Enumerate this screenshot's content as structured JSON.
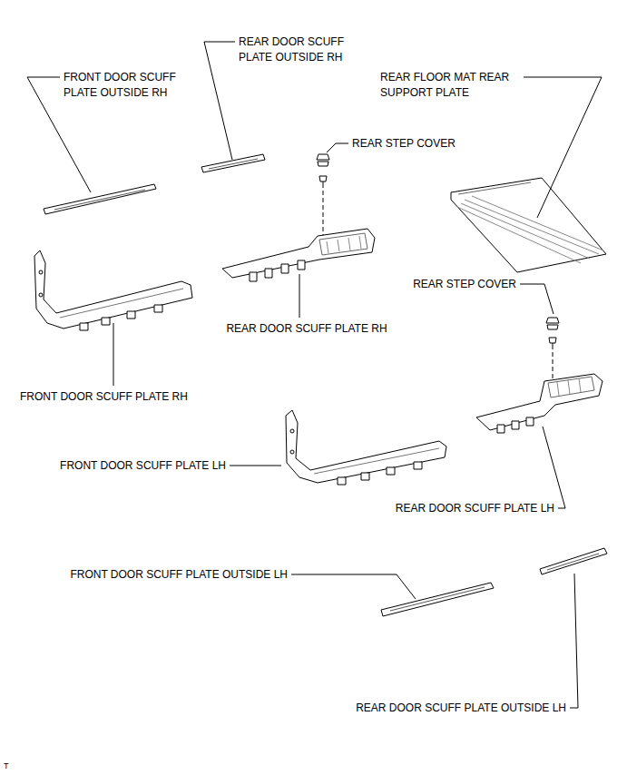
{
  "diagram": {
    "labels": [
      "FRONT DOOR SCUFF PLATE OUTSIDE RH",
      "REAR DOOR SCUFF PLATE OUTSIDE RH",
      "REAR FLOOR MAT REAR SUPPORT PLATE",
      "REAR STEP COVER",
      "REAR DOOR SCUFF PLATE RH",
      "FRONT DOOR SCUFF PLATE RH",
      "REAR STEP COVER",
      "FRONT DOOR SCUFF PLATE LH",
      "REAR DOOR SCUFF PLATE LH",
      "FRONT DOOR SCUFF PLATE OUTSIDE LH",
      "REAR DOOR SCUFF PLATE OUTSIDE LH",
      "T"
    ]
  }
}
